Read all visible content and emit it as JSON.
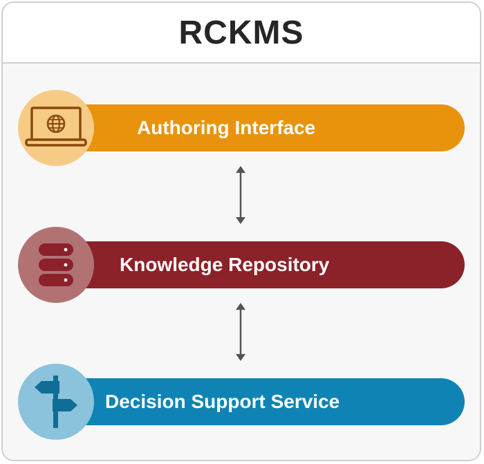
{
  "header": {
    "title": "RCKMS"
  },
  "components": [
    {
      "label": "Authoring Interface",
      "icon": "laptop-globe-icon",
      "bar_color": "#E8930B",
      "badge_color": "#F6CB85"
    },
    {
      "label": "Knowledge Repository",
      "icon": "database-icon",
      "bar_color": "#8B2129",
      "badge_color": "#B27274"
    },
    {
      "label": "Decision Support Service",
      "icon": "signpost-icon",
      "bar_color": "#0F84B4",
      "badge_color": "#8BC2DC"
    }
  ],
  "colors": {
    "arrow": "#555555",
    "border": "#CFCFCF",
    "title": "#262626"
  }
}
